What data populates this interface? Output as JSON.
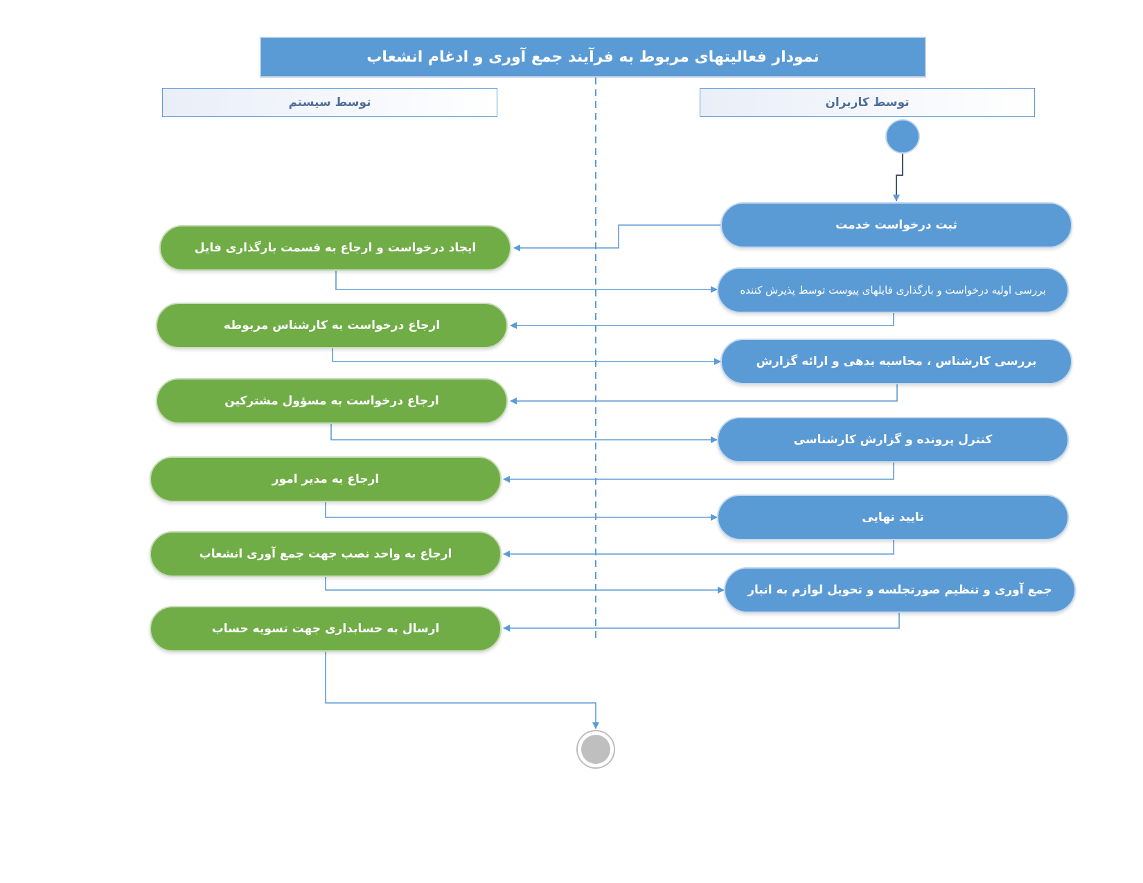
{
  "title": "نمودار فعالیتهای مربوط به فرآیند جمع آوری  و ادغام انشعاب",
  "lanes": {
    "system": "توسط سیستم",
    "users": "توسط کاربران"
  },
  "user_steps": [
    "ثبت درخواست خدمت",
    "بررسی اولیه درخواست و بارگذاری فایلهای پیوست توسط پذیرش کننده",
    "بررسی کارشناس ، محاسبه بدهی و ارائه گزارش",
    "کنترل پرونده و گزارش کارشناسی",
    "تایید نهایی",
    "جمع آوری و تنظیم صورتجلسه و تحویل لوازم به انبار"
  ],
  "system_steps": [
    "ایجاد درخواست و ارجاع به قسمت بارگذاری فایل",
    "ارجاع درخواست به کارشناس مربوطه",
    "ارجاع درخواست به مسؤول مشترکین",
    "ارجاع به مدیر امور",
    "ارجاع به واحد نصب  جهت جمع آوری انشعاب",
    "ارسال به حسابداری جهت تسویه حساب"
  ],
  "colors": {
    "user_fill": "#5b9bd5",
    "system_fill": "#70ad47",
    "connector": "#5b9bd5",
    "end_fill": "#bfbfbf"
  }
}
